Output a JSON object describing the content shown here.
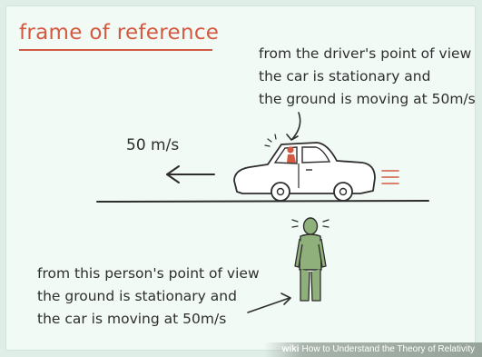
{
  "title": "frame of reference",
  "driver_note": {
    "lines": [
      "from the driver's point of view",
      "the car is stationary and",
      "the ground is moving at 50m/s"
    ]
  },
  "speed_label": "50 m/s",
  "person_note": {
    "lines": [
      "from this person's point of view",
      "the ground is stationary and",
      "the car is moving at 50m/s"
    ]
  },
  "watermark": {
    "brand": "wiki",
    "text": "How to Understand the Theory of Relativity"
  },
  "colors": {
    "accent": "#d35a40",
    "person": "#8fb07a",
    "ink": "#2e2e2e",
    "background": "#f2faf6"
  }
}
